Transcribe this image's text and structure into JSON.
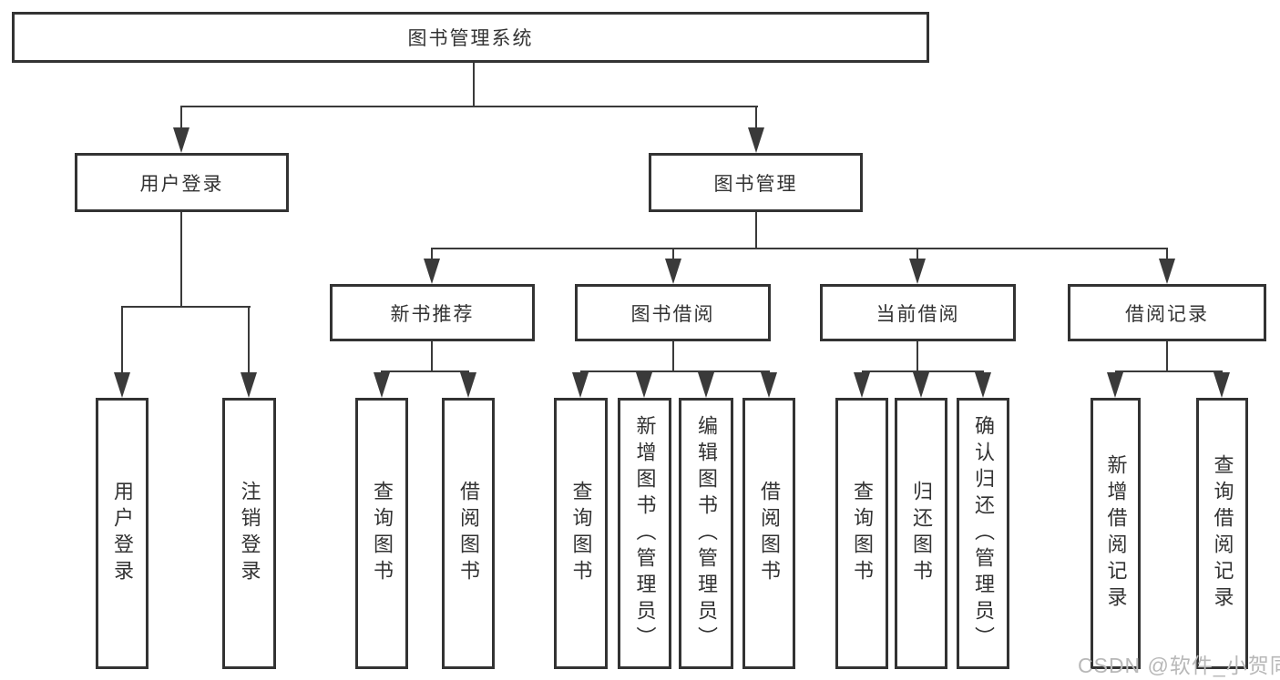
{
  "diagram": {
    "root": {
      "label": "图书管理系统"
    },
    "level2": [
      {
        "label": "用户登录",
        "children": [
          {
            "label": "用户登录"
          },
          {
            "label": "注销登录"
          }
        ]
      },
      {
        "label": "图书管理",
        "children": [
          {
            "label": "新书推荐",
            "children": [
              {
                "label": "查询图书"
              },
              {
                "label": "借阅图书"
              }
            ]
          },
          {
            "label": "图书借阅",
            "children": [
              {
                "label": "查询图书"
              },
              {
                "label": "新增图书（管理员）"
              },
              {
                "label": "编辑图书（管理员）"
              },
              {
                "label": "借阅图书"
              }
            ]
          },
          {
            "label": "当前借阅",
            "children": [
              {
                "label": "查询图书"
              },
              {
                "label": "归还图书"
              },
              {
                "label": "确认归还（管理员）"
              }
            ]
          },
          {
            "label": "借阅记录",
            "children": [
              {
                "label": "新增借阅记录"
              },
              {
                "label": "查询借阅记录"
              }
            ]
          }
        ]
      }
    ],
    "watermark": "CSDN @软件_小贺同学",
    "colors": {
      "line": "#3a3a3a",
      "border": "#333333",
      "text": "#333333",
      "watermark": "#b8b8b8",
      "background": "#ffffff"
    }
  }
}
